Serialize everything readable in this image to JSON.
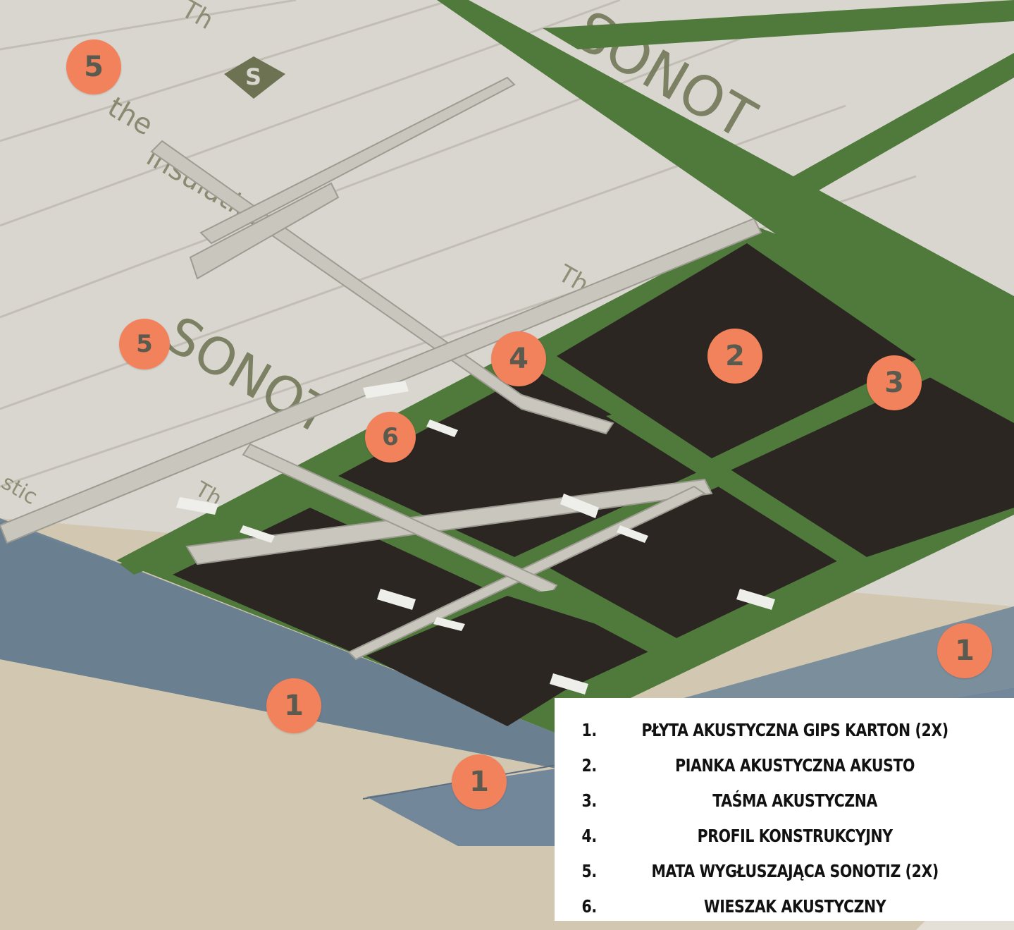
{
  "markers": [
    {
      "id": "5a",
      "label": "5"
    },
    {
      "id": "5b",
      "label": "5"
    },
    {
      "id": "4",
      "label": "4"
    },
    {
      "id": "2",
      "label": "2"
    },
    {
      "id": "3",
      "label": "3"
    },
    {
      "id": "6",
      "label": "6"
    },
    {
      "id": "1a",
      "label": "1"
    },
    {
      "id": "1b",
      "label": "1"
    },
    {
      "id": "1c",
      "label": "1"
    }
  ],
  "mat_print": {
    "brand": "SONOT",
    "brand2": "SONOT",
    "insulation": "insulation",
    "the": "the",
    "th1": "Th",
    "th2": "Th",
    "th3": "Th",
    "acoustic": "stic",
    "logo_letter": "S"
  },
  "legend": {
    "items": [
      {
        "num": "1.",
        "text": "Płyta akustyczna gips karton (2x)"
      },
      {
        "num": "2.",
        "text": "Pianka akustyczna Akusto"
      },
      {
        "num": "3.",
        "text": "Taśma akustyczna"
      },
      {
        "num": "4.",
        "text": "Profil konstrukcyjny"
      },
      {
        "num": "5.",
        "text": "Mata wygłuszająca Sonotiz (2x)"
      },
      {
        "num": "6.",
        "text": "Wieszak akustyczny"
      }
    ]
  },
  "colors": {
    "marker": "#f2825b",
    "marker_text": "#5a5a4e",
    "green_tape": "#4f7a3c",
    "foam": "#2b2622",
    "board": "#6f8494",
    "mat": "#d8d4cc",
    "profile": "#c9c7bd",
    "wall": "#d2c7b1"
  }
}
